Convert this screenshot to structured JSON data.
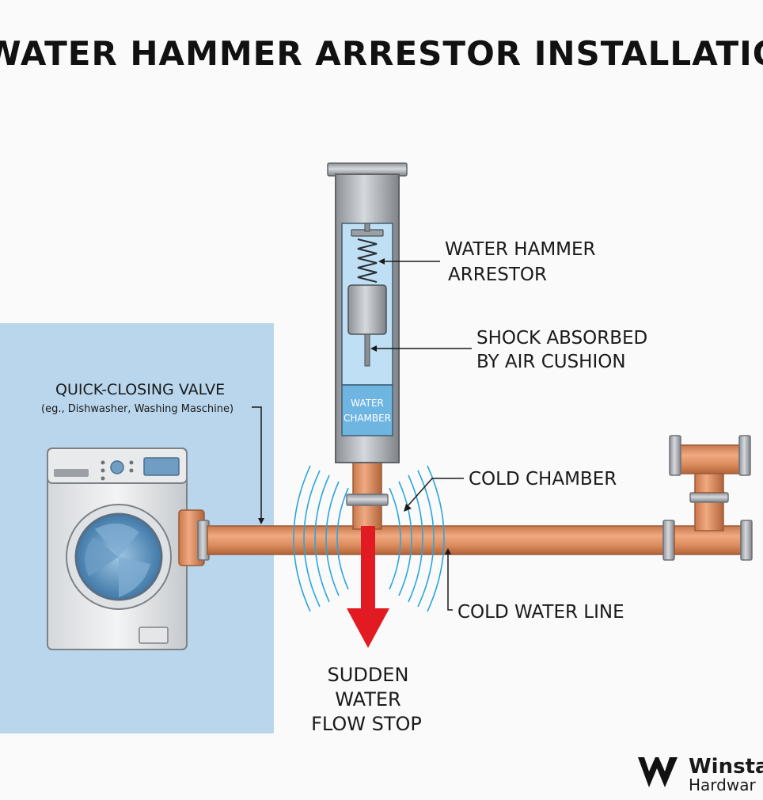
{
  "title": "WATER HAMMER ARRESTOR INSTALLATION",
  "labels": {
    "arrestor_line1": "WATER HAMMER",
    "arrestor_line2": "ARRESTOR",
    "shock_line1": "SHOCK ABSORBED",
    "shock_line2": "BY AIR CUSHION",
    "water_chamber_line1": "WATER",
    "water_chamber_line2": "CHAMBER",
    "valve_line1": "QUICK-CLOSING VALVE",
    "valve_line2": "(eg., Dishwasher, Washing Maschine)",
    "cold_chamber": "COLD CHAMBER",
    "cold_water_line": "COLD WATER LINE",
    "stop_line1": "SUDDEN",
    "stop_line2": "WATER",
    "stop_line3": "FLOW STOP"
  },
  "logo": {
    "line1": "Winsta",
    "line2": "Hardwar"
  },
  "colors": {
    "copper": "#d9895b",
    "copper_dark": "#b86a3e",
    "steel": "#a9adb2",
    "panel_blue": "#b9d6ec",
    "water_blue": "#8cc4e8",
    "arrow_red": "#e21b22",
    "wave_blue": "#2aa6de"
  }
}
